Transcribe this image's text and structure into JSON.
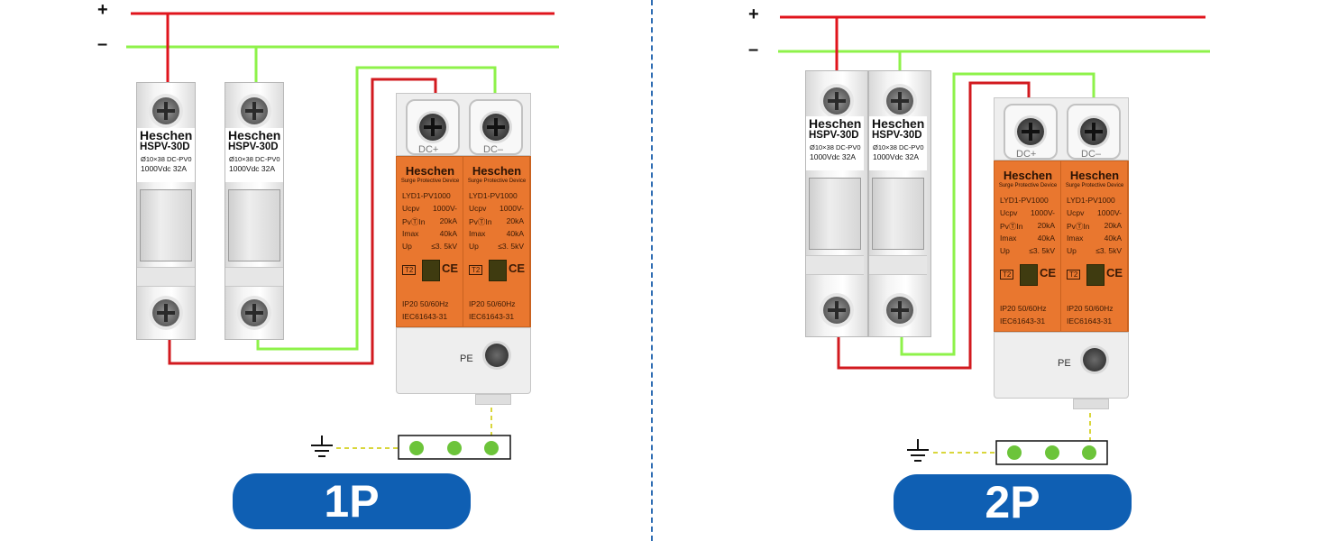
{
  "colors": {
    "positive": "#e0141c",
    "negative": "#8ef24a",
    "ground_dash": "#d9d63c",
    "terminal_dot": "#6cc43a",
    "badge": "#0f5fb3",
    "spd_body": "#e9772f",
    "divider": "#2f6db3"
  },
  "panels": [
    {
      "plus": "+",
      "minus": "–",
      "fuses": [
        {
          "brand": "Heschen",
          "model": "HSPV-30D",
          "spec1": "Ø10×38 DC-PV0",
          "spec2": "1000Vdc 32A"
        },
        {
          "brand": "Heschen",
          "model": "HSPV-30D",
          "spec1": "Ø10×38 DC-PV0",
          "spec2": "1000Vdc 32A"
        }
      ],
      "spd": {
        "term_left": "DC+",
        "term_right": "DC–",
        "pe": "PE",
        "modules": [
          {
            "brand": "Heschen",
            "sub": "Surge Protective Device",
            "model": "LYD1-PV1000",
            "r1l": "Ucpv",
            "r1r": "1000V-",
            "r2l": "PvⓉIn",
            "r2r": "20kA",
            "r3l": "Imax",
            "r3r": "40kA",
            "r4l": "Up",
            "r4r": "≤3. 5kV",
            "t2": "T2",
            "ce": "CE",
            "ip": "IP20 50/60Hz",
            "iec": "IEC61643-31"
          },
          {
            "brand": "Heschen",
            "sub": "Surge Protective Device",
            "model": "LYD1-PV1000",
            "r1l": "Ucpv",
            "r1r": "1000V-",
            "r2l": "PvⓉIn",
            "r2r": "20kA",
            "r3l": "Imax",
            "r3r": "40kA",
            "r4l": "Up",
            "r4r": "≤3. 5kV",
            "t2": "T2",
            "ce": "CE",
            "ip": "IP20 50/60Hz",
            "iec": "IEC61643-31"
          }
        ]
      },
      "badge": "1P"
    },
    {
      "plus": "+",
      "minus": "–",
      "fuses": [
        {
          "brand": "Heschen",
          "model": "HSPV-30D",
          "spec1": "Ø10×38 DC-PV0",
          "spec2": "1000Vdc 32A"
        },
        {
          "brand": "Heschen",
          "model": "HSPV-30D",
          "spec1": "Ø10×38 DC-PV0",
          "spec2": "1000Vdc 32A"
        }
      ],
      "spd": {
        "term_left": "DC+",
        "term_right": "DC–",
        "pe": "PE",
        "modules": [
          {
            "brand": "Heschen",
            "sub": "Surge Protective Device",
            "model": "LYD1-PV1000",
            "r1l": "Ucpv",
            "r1r": "1000V-",
            "r2l": "PvⓉIn",
            "r2r": "20kA",
            "r3l": "Imax",
            "r3r": "40kA",
            "r4l": "Up",
            "r4r": "≤3. 5kV",
            "t2": "T2",
            "ce": "CE",
            "ip": "IP20 50/60Hz",
            "iec": "IEC61643-31"
          },
          {
            "brand": "Heschen",
            "sub": "Surge Protective Device",
            "model": "LYD1-PV1000",
            "r1l": "Ucpv",
            "r1r": "1000V-",
            "r2l": "PvⓉIn",
            "r2r": "20kA",
            "r3l": "Imax",
            "r3r": "40kA",
            "r4l": "Up",
            "r4r": "≤3. 5kV",
            "t2": "T2",
            "ce": "CE",
            "ip": "IP20 50/60Hz",
            "iec": "IEC61643-31"
          }
        ]
      },
      "badge": "2P"
    }
  ]
}
